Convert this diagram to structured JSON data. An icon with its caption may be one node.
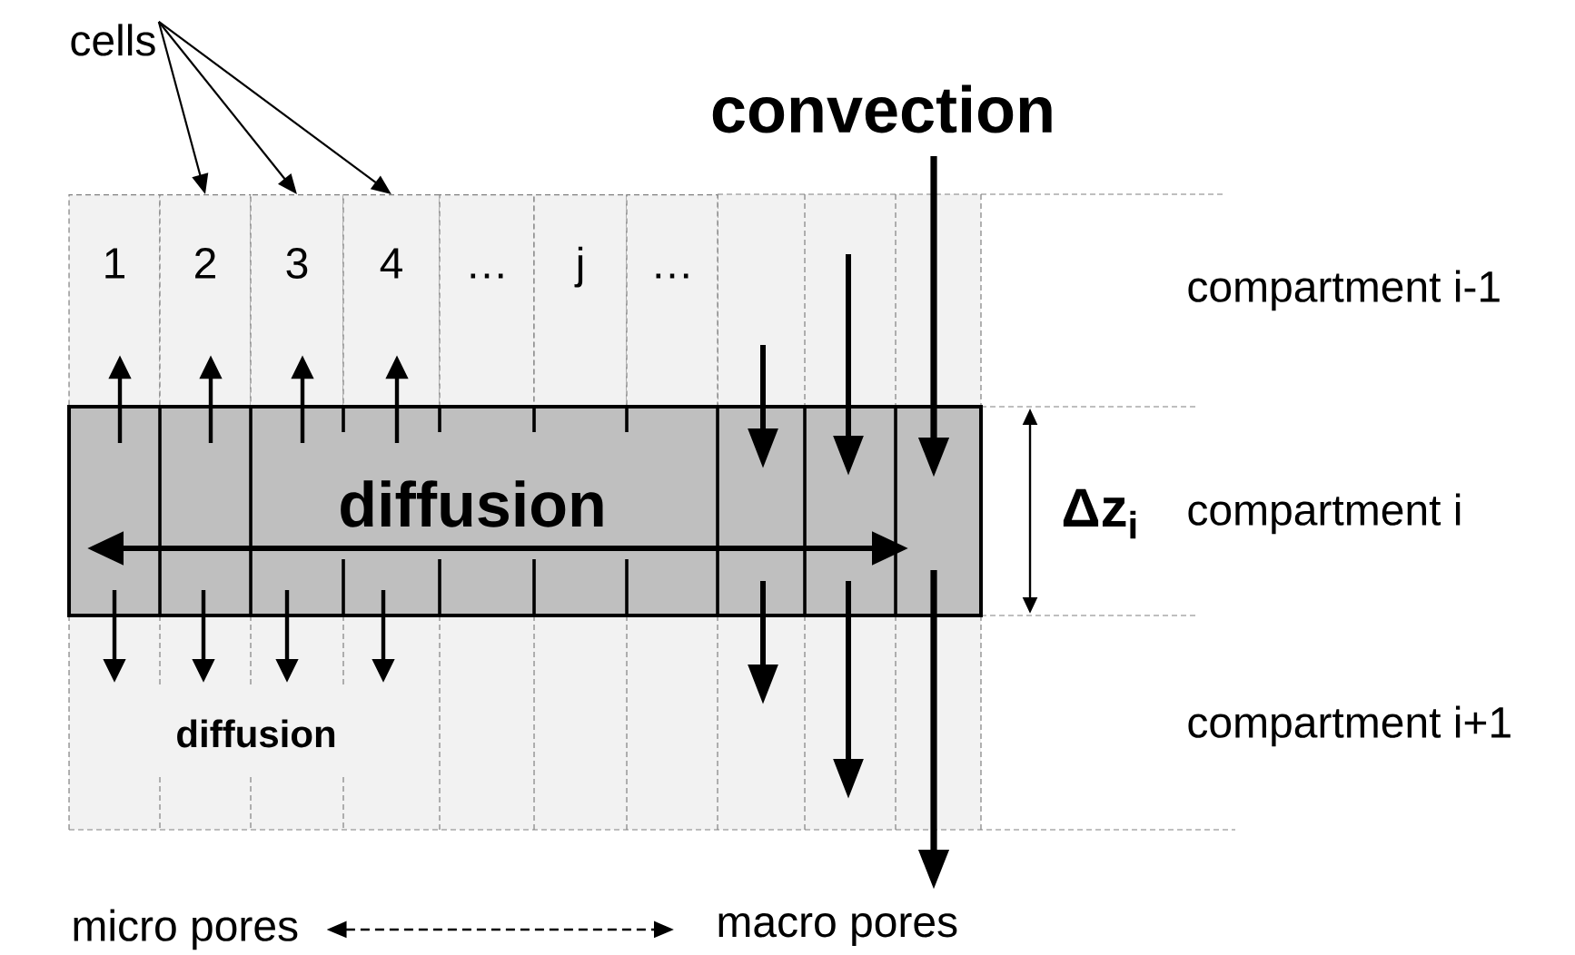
{
  "diagram": {
    "nodes": [
      {
        "text": [
          "cells"
        ]
      },
      {
        "text": [
          "1"
        ]
      },
      {
        "text": [
          "2"
        ]
      },
      {
        "text": [
          "3"
        ]
      },
      {
        "text": [
          "4"
        ]
      },
      {
        "text": [
          "…"
        ]
      },
      {
        "text": [
          "j"
        ]
      },
      {
        "text": [
          "…"
        ]
      },
      {
        "text": [
          "diffusion"
        ]
      },
      {
        "text": [
          "micro pores"
        ]
      },
      {
        "text": [
          "macro pores"
        ]
      }
    ],
    "edges": [
      {
        "from": 0,
        "to": 2,
        "arrow": "to"
      },
      {
        "from": 0,
        "to": 3,
        "arrow": "to"
      },
      {
        "from": 0,
        "to": 4,
        "arrow": "to"
      },
      {
        "from": 8,
        "to": 1,
        "arrow": "to"
      },
      {
        "from": 8,
        "to": 2,
        "arrow": "to"
      },
      {
        "from": 8,
        "to": 3,
        "arrow": "to"
      },
      {
        "from": 8,
        "to": 4,
        "arrow": "to"
      },
      {
        "from": 9,
        "to": 10,
        "arrow": "both",
        "style": "dashed"
      }
    ],
    "labels": [
      "convection",
      "diffusion",
      "Δz$_{i}$",
      "compartment i-1",
      "compartment i",
      "compartment i+1"
    ]
  }
}
